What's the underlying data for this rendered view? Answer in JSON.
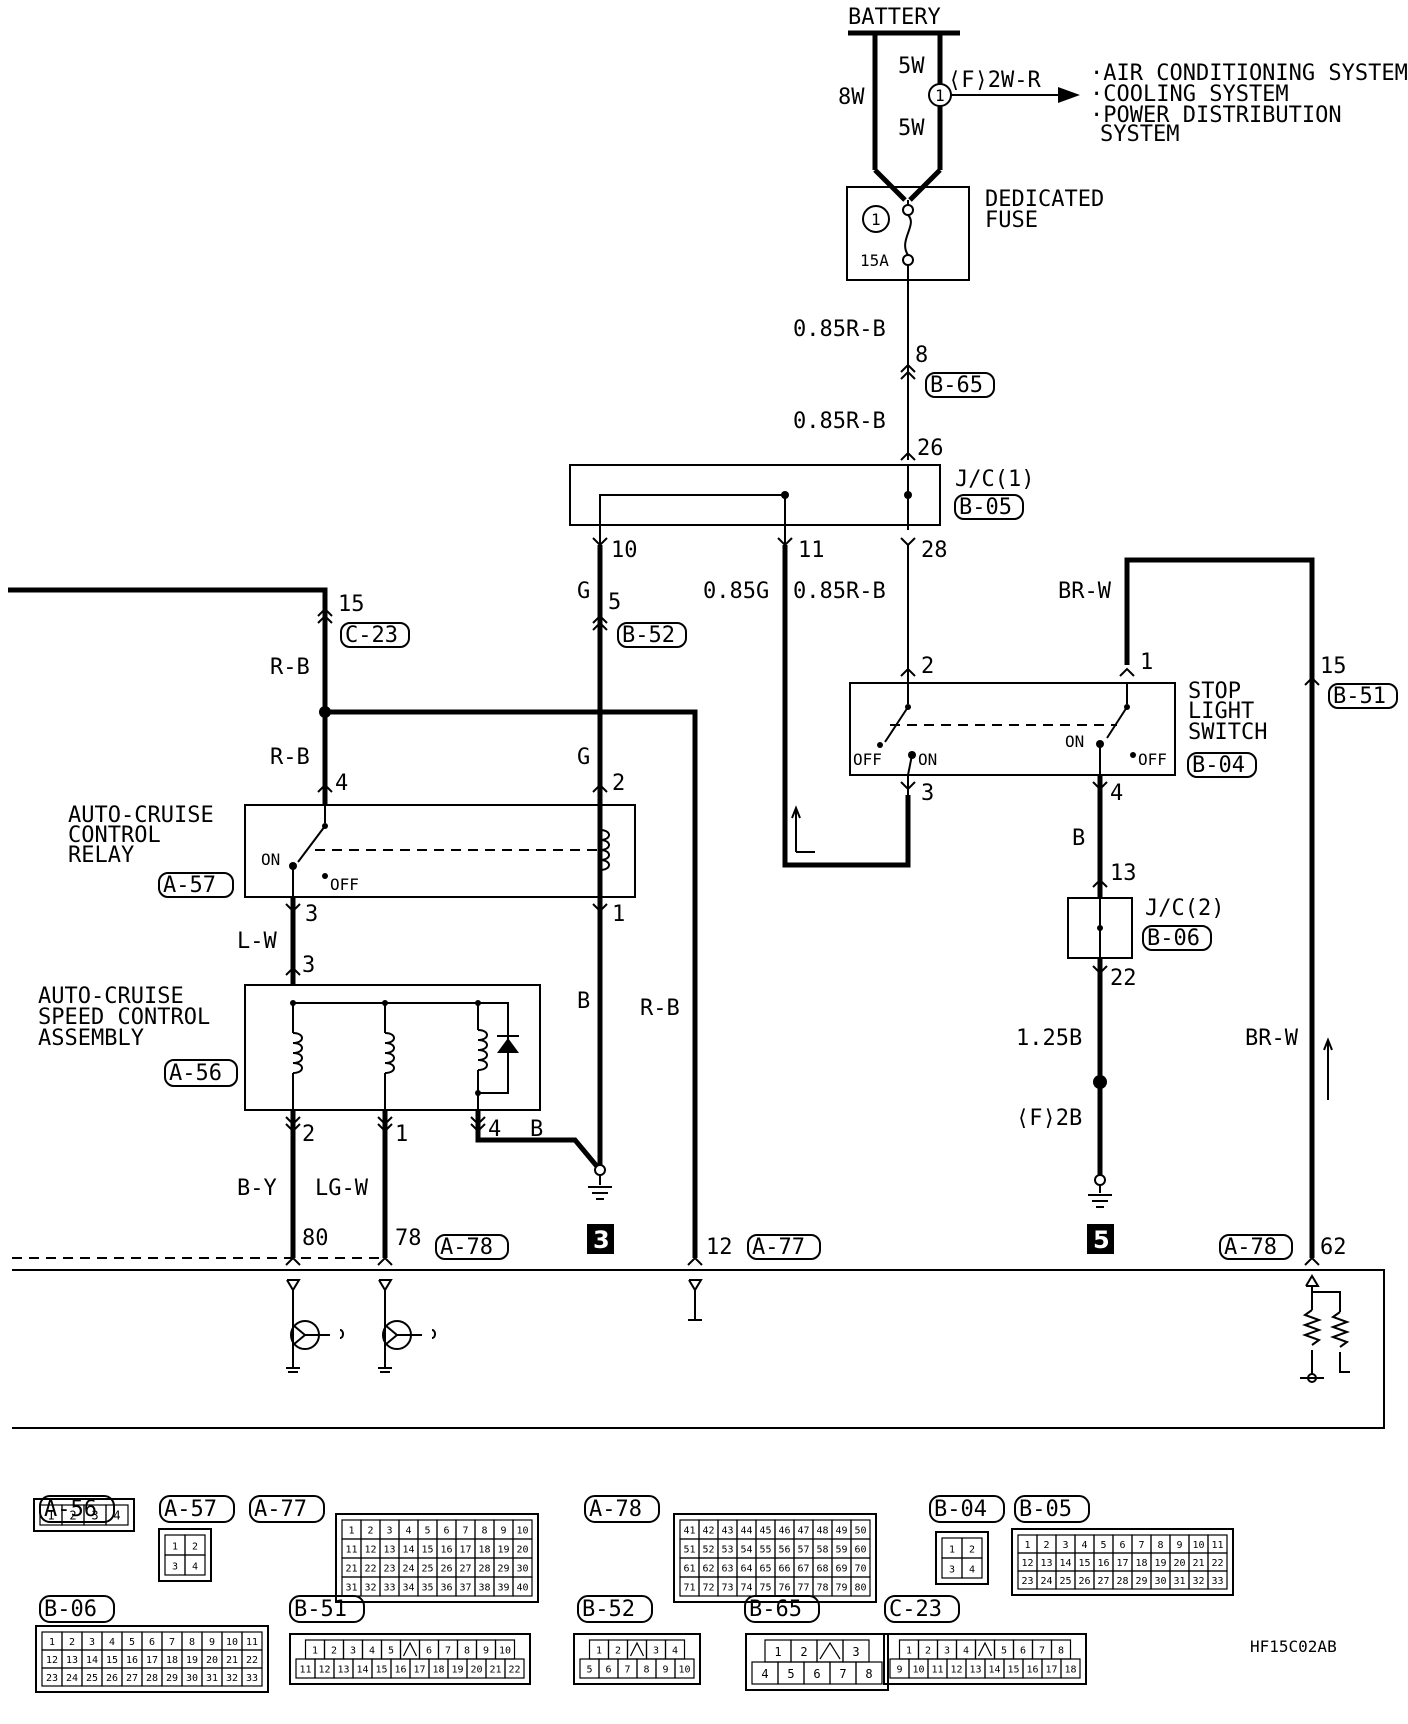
{
  "battery": "BATTERY",
  "battery_wires": {
    "main": "8W",
    "branch_upper": "5W",
    "branch_lower": "5W"
  },
  "splice_f": {
    "num": "1",
    "wire": "⟨F⟩2W-R"
  },
  "feeds": [
    "·AIR CONDITIONING SYSTEM",
    "·COOLING SYSTEM",
    "·POWER DISTRIBUTION",
    "SYSTEM"
  ],
  "fuse": {
    "title1": "DEDICATED",
    "title2": "FUSE",
    "num": "1",
    "amp": "15A"
  },
  "wires": {
    "fuse_out": "0.85R-B",
    "b65_out": "0.85R-B",
    "jc1_11": "0.85G",
    "jc1_28": "0.85R-B",
    "g_top": "G",
    "g_relay": "G",
    "rb_top": "R-B",
    "rb_relay": "R-B",
    "rb_right": "R-B",
    "lw": "L-W",
    "b_relay": "B",
    "b_ground": "B",
    "by": "B-Y",
    "lgw": "LG-W",
    "brw_top": "BR-W",
    "brw_right": "BR-W",
    "b_switch": "B",
    "b125": "1.25B",
    "f2b": "⟨F⟩2B"
  },
  "pins": {
    "p8": "8",
    "p26": "26",
    "p10": "10",
    "p11": "11",
    "p28": "28",
    "p15c": "15",
    "p5": "5",
    "p2sw": "2",
    "p1sw": "1",
    "p15b": "15",
    "p4r": "4",
    "p2r": "2",
    "p3sw": "3",
    "p4sw": "4",
    "p3r": "3",
    "p1r": "1",
    "p13": "13",
    "p3a": "3",
    "p22": "22",
    "p2a": "2",
    "p1a": "1",
    "p4a": "4",
    "p80": "80",
    "p78": "78",
    "p12": "12",
    "p62": "62"
  },
  "connectors": {
    "b65": "B-65",
    "b05": "B-05",
    "c23": "C-23",
    "b52": "B-52",
    "b51": "B-51",
    "b04": "B-04",
    "a57": "A-57",
    "b06": "B-06",
    "a56": "A-56",
    "a78": "A-78",
    "a77": "A-77"
  },
  "components": {
    "jc1": "J/C(1)",
    "jc2": "J/C(2)",
    "relay": [
      "AUTO-CRUISE",
      "CONTROL",
      "RELAY"
    ],
    "assembly": [
      "AUTO-CRUISE",
      "SPEED CONTROL",
      "ASSEMBLY"
    ],
    "stop_switch": [
      "STOP",
      "LIGHT",
      "SWITCH"
    ]
  },
  "switch_states": {
    "on": "ON",
    "off": "OFF"
  },
  "grounds": {
    "g3": "3",
    "g5": "5"
  },
  "legend": [
    {
      "id": "A-56",
      "rows": [
        [
          "1",
          "2",
          "3",
          "4"
        ]
      ]
    },
    {
      "id": "A-57",
      "rows": [
        [
          "1",
          "2"
        ],
        [
          "3",
          "4"
        ]
      ]
    },
    {
      "id": "A-77",
      "rows": [
        [
          "1",
          "2",
          "3",
          "4",
          "5",
          "6",
          "7",
          "8",
          "9",
          "10"
        ],
        [
          "11",
          "12",
          "13",
          "14",
          "15",
          "16",
          "17",
          "18",
          "19",
          "20"
        ],
        [
          "21",
          "22",
          "23",
          "24",
          "25",
          "26",
          "27",
          "28",
          "29",
          "30"
        ],
        [
          "31",
          "32",
          "33",
          "34",
          "35",
          "36",
          "37",
          "38",
          "39",
          "40"
        ]
      ]
    },
    {
      "id": "A-78",
      "rows": [
        [
          "41",
          "42",
          "43",
          "44",
          "45",
          "46",
          "47",
          "48",
          "49",
          "50"
        ],
        [
          "51",
          "52",
          "53",
          "54",
          "55",
          "56",
          "57",
          "58",
          "59",
          "60"
        ],
        [
          "61",
          "62",
          "63",
          "64",
          "65",
          "66",
          "67",
          "68",
          "69",
          "70"
        ],
        [
          "71",
          "72",
          "73",
          "74",
          "75",
          "76",
          "77",
          "78",
          "79",
          "80"
        ]
      ]
    },
    {
      "id": "B-04",
      "rows": [
        [
          "1",
          "2"
        ],
        [
          "3",
          "4"
        ]
      ]
    },
    {
      "id": "B-05",
      "rows": [
        [
          "1",
          "2",
          "3",
          "4",
          "5",
          "6",
          "7",
          "8",
          "9",
          "10",
          "11"
        ],
        [
          "12",
          "13",
          "14",
          "15",
          "16",
          "17",
          "18",
          "19",
          "20",
          "21",
          "22"
        ],
        [
          "23",
          "24",
          "25",
          "26",
          "27",
          "28",
          "29",
          "30",
          "31",
          "32",
          "33"
        ]
      ]
    },
    {
      "id": "B-06",
      "rows": [
        [
          "1",
          "2",
          "3",
          "4",
          "5",
          "6",
          "7",
          "8",
          "9",
          "10",
          "11"
        ],
        [
          "12",
          "13",
          "14",
          "15",
          "16",
          "17",
          "18",
          "19",
          "20",
          "21",
          "22"
        ],
        [
          "23",
          "24",
          "25",
          "26",
          "27",
          "28",
          "29",
          "30",
          "31",
          "32",
          "33"
        ]
      ]
    },
    {
      "id": "B-51",
      "rows": [
        [
          "1",
          "2",
          "3",
          "4",
          "5",
          "",
          "6",
          "7",
          "8",
          "9",
          "10"
        ],
        [
          "11",
          "12",
          "13",
          "14",
          "15",
          "16",
          "17",
          "18",
          "19",
          "20",
          "21",
          "22"
        ]
      ]
    },
    {
      "id": "B-52",
      "rows": [
        [
          "1",
          "2",
          "",
          "3",
          "4"
        ],
        [
          "5",
          "6",
          "7",
          "8",
          "9",
          "10"
        ]
      ]
    },
    {
      "id": "B-65",
      "rows": [
        [
          "1",
          "2",
          "",
          "3"
        ],
        [
          "4",
          "5",
          "6",
          "7",
          "8"
        ]
      ]
    },
    {
      "id": "C-23",
      "rows": [
        [
          "1",
          "2",
          "3",
          "4",
          "",
          "5",
          "6",
          "7",
          "8"
        ],
        [
          "9",
          "10",
          "11",
          "12",
          "13",
          "14",
          "15",
          "16",
          "17",
          "18"
        ]
      ]
    }
  ],
  "code": "HF15C02AB"
}
